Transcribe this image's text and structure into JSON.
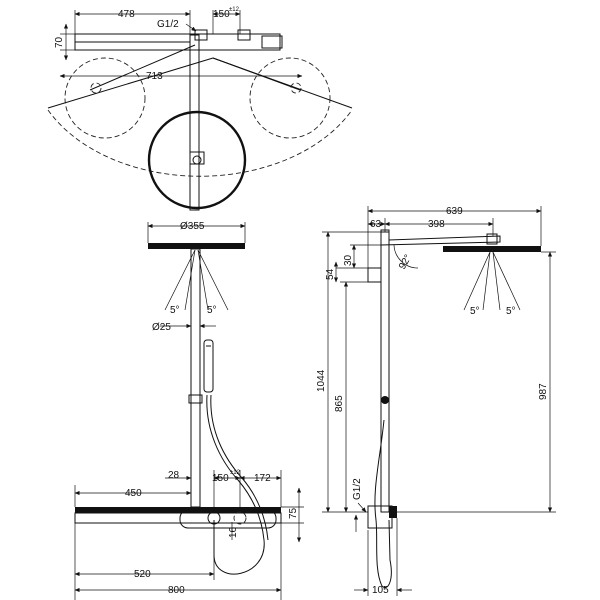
{
  "top_view": {
    "width_478": "478",
    "g12": "G1/2",
    "spacing_150": "150",
    "tol_12": "±12",
    "depth_70": "70",
    "span_713": "713"
  },
  "front_view": {
    "dia_355": "Ø355",
    "angle_left": "5°",
    "angle_right": "5°",
    "dia_25": "Ø25",
    "offset_28": "28",
    "spacing_150": "150",
    "tol_12": "±12",
    "dim_172": "172",
    "dim_450": "450",
    "height_75": "75",
    "dim_16": "16",
    "dim_520": "520",
    "dim_800": "800"
  },
  "side_view": {
    "reach_639": "639",
    "dim_63": "63",
    "dim_398": "398",
    "dim_30": "30",
    "dim_54": "54",
    "angle_92": "92°",
    "angle_left": "5°",
    "angle_right": "5°",
    "height_1044": "1044",
    "height_865": "865",
    "height_987": "987",
    "g12": "G1/2",
    "dim_105": "105"
  }
}
